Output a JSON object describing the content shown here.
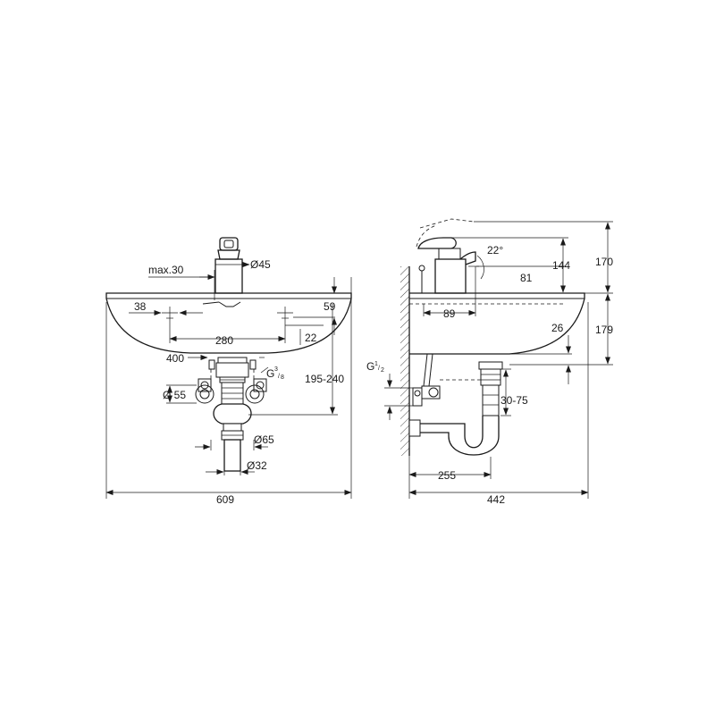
{
  "front_view": {
    "width_total": "609",
    "tap_hole_diameter": "Ø45",
    "tap_offset": "max.30",
    "overflow_offset_left": "38",
    "bracket_spacing": "280",
    "rim_to_overflow": "59",
    "bracket_drop": "22",
    "height_400": "400",
    "valve_thread_main": "G",
    "valve_thread_num": "3",
    "valve_thread_den": "8",
    "rosette_diameter": "Ø 55",
    "trap_height_range": "195-240",
    "trap_diameter": "Ø65",
    "waste_diameter": "Ø32"
  },
  "side_view": {
    "depth_total": "442",
    "waste_distance": "255",
    "spout_angle": "22°",
    "spout_reach": "81",
    "tap_height": "144",
    "overall_tap_height": "170",
    "basin_height": "179",
    "spout_projection": "89",
    "basin_offset": "26",
    "supply_thread_main": "G",
    "supply_thread_num": "1",
    "supply_thread_den": "2",
    "trap_adjust_range": "30-75"
  }
}
